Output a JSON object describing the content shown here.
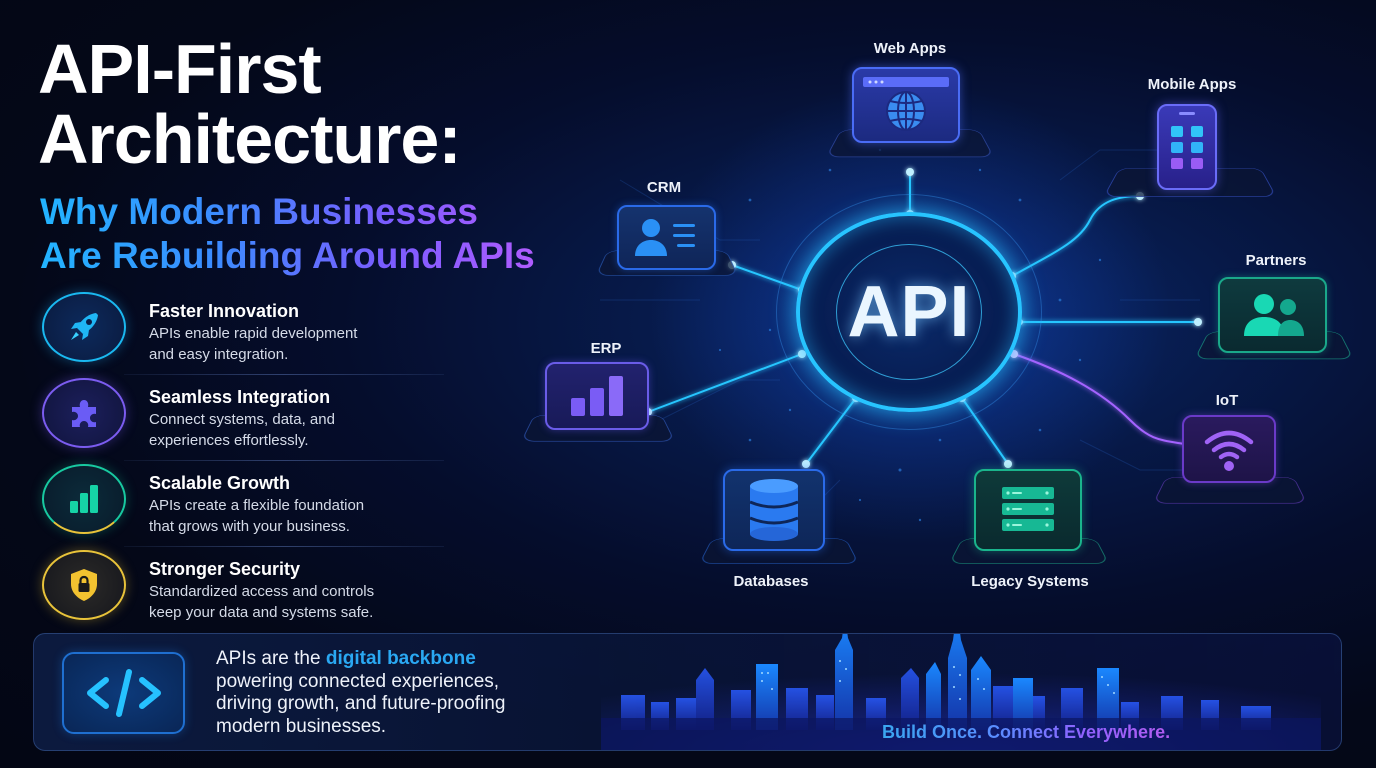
{
  "header": {
    "title_line1": "API-First",
    "title_line2": "Architecture:",
    "subtitle_line1": "Why Modern Businesses",
    "subtitle_line2": "Are Rebuilding Around APIs"
  },
  "features": [
    {
      "icon": "rocket-icon",
      "title": "Faster Innovation",
      "desc_line1": "APIs enable rapid development",
      "desc_line2": "and easy integration.",
      "color": "#1ab8f0"
    },
    {
      "icon": "puzzle-icon",
      "title": "Seamless Integration",
      "desc_line1": "Connect systems, data, and",
      "desc_line2": "experiences effortlessly.",
      "color": "#7b5cf0"
    },
    {
      "icon": "bar-chart-icon",
      "title": "Scalable Growth",
      "desc_line1": "APIs create a flexible foundation",
      "desc_line2": "that grows with your business.",
      "color": "#18c9a0"
    },
    {
      "icon": "shield-lock-icon",
      "title": "Stronger Security",
      "desc_line1": "Standardized access and controls",
      "desc_line2": "keep your data and systems safe.",
      "color": "#e8c33a"
    }
  ],
  "diagram": {
    "center_label": "API",
    "nodes": [
      {
        "id": "web-apps",
        "label": "Web Apps",
        "icon": "globe-browser-icon",
        "color": "#4a5cf0"
      },
      {
        "id": "mobile-apps",
        "label": "Mobile Apps",
        "icon": "smartphone-icon",
        "color": "#5a4cf0"
      },
      {
        "id": "crm",
        "label": "CRM",
        "icon": "contact-card-icon",
        "color": "#2a7ae8"
      },
      {
        "id": "partners",
        "label": "Partners",
        "icon": "users-icon",
        "color": "#19d2b0"
      },
      {
        "id": "erp",
        "label": "ERP",
        "icon": "bar-chart-icon",
        "color": "#7a5cf5"
      },
      {
        "id": "iot",
        "label": "IoT",
        "icon": "wifi-icon",
        "color": "#9a5cf0"
      },
      {
        "id": "databases",
        "label": "Databases",
        "icon": "database-icon",
        "color": "#2a7af0"
      },
      {
        "id": "legacy-systems",
        "label": "Legacy Systems",
        "icon": "server-rack-icon",
        "color": "#1ec49a"
      }
    ]
  },
  "bottom": {
    "icon": "code-icon",
    "text_prefix": "APIs are the ",
    "text_highlight": "digital backbone",
    "line2": "powering connected experiences,",
    "line3": "driving growth, and future-proofing",
    "line4": "modern businesses.",
    "tagline": "Build Once. Connect Everywhere."
  },
  "colors": {
    "background": "#040818",
    "accent_cyan": "#27c4ff",
    "accent_purple": "#8f62ff",
    "highlight": "#2aa8f2"
  }
}
